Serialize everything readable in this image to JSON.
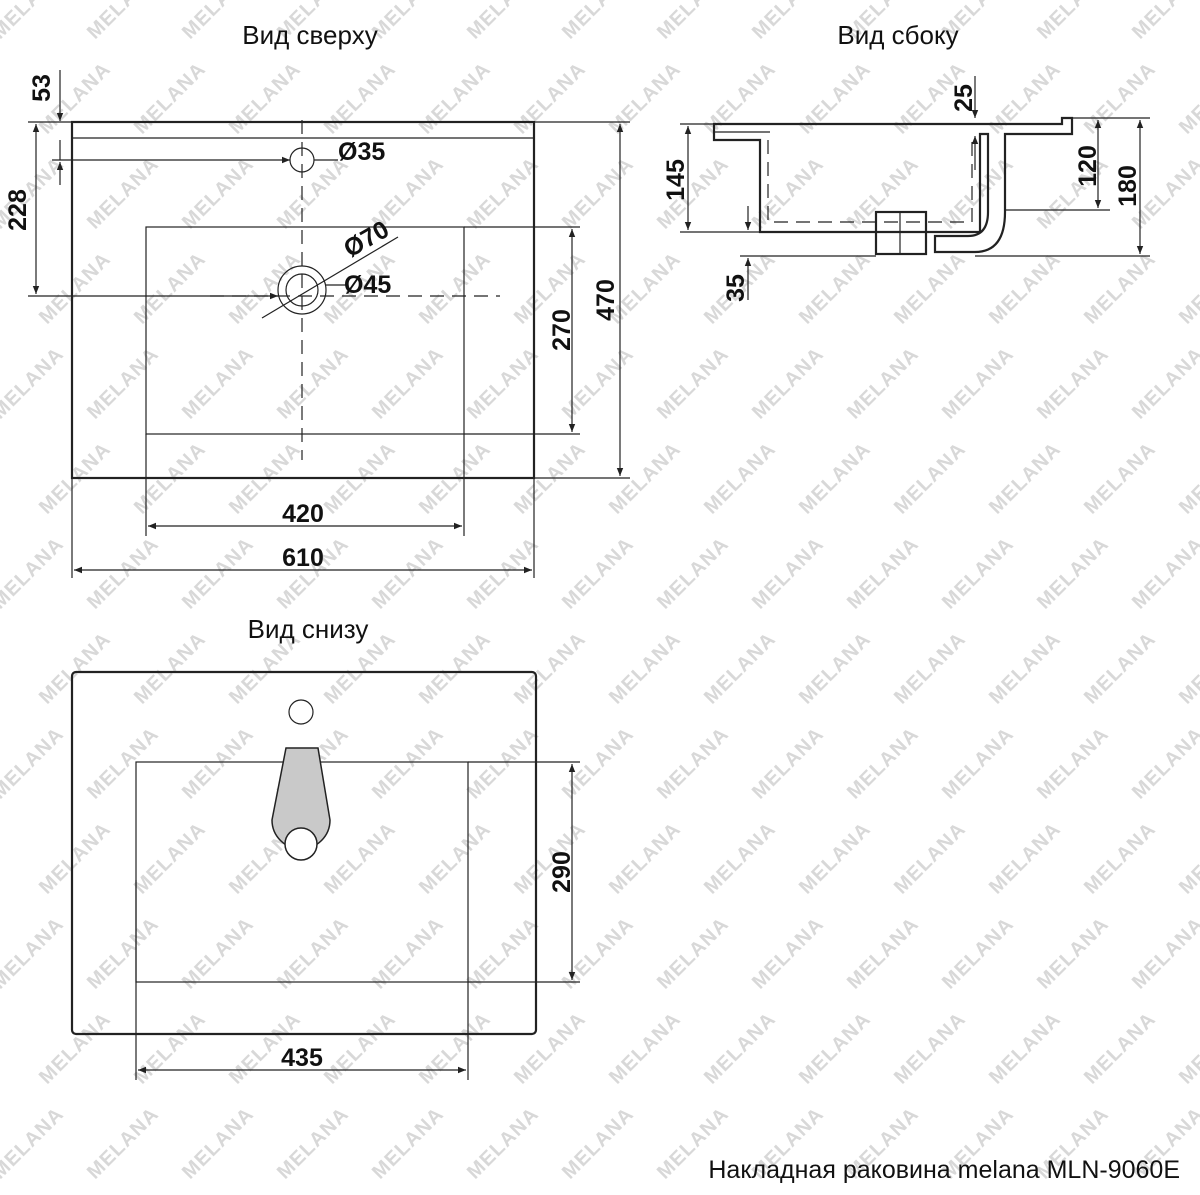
{
  "views": {
    "top_title": "Вид сверху",
    "side_title": "Вид сбоку",
    "bottom_title": "Вид снизу"
  },
  "top_view": {
    "dim_53": "53",
    "dim_228": "228",
    "dim_470": "470",
    "dim_270": "270",
    "dim_420": "420",
    "dim_610": "610",
    "dia_35": "Ø35",
    "dia_70": "Ø70",
    "dia_45": "Ø45"
  },
  "side_view": {
    "dim_25": "25",
    "dim_145": "145",
    "dim_120": "120",
    "dim_180": "180",
    "dim_35": "35"
  },
  "bottom_view": {
    "dim_290": "290",
    "dim_435": "435"
  },
  "watermark": "MELANA",
  "caption": "Накладная раковина melana MLN-9060E"
}
